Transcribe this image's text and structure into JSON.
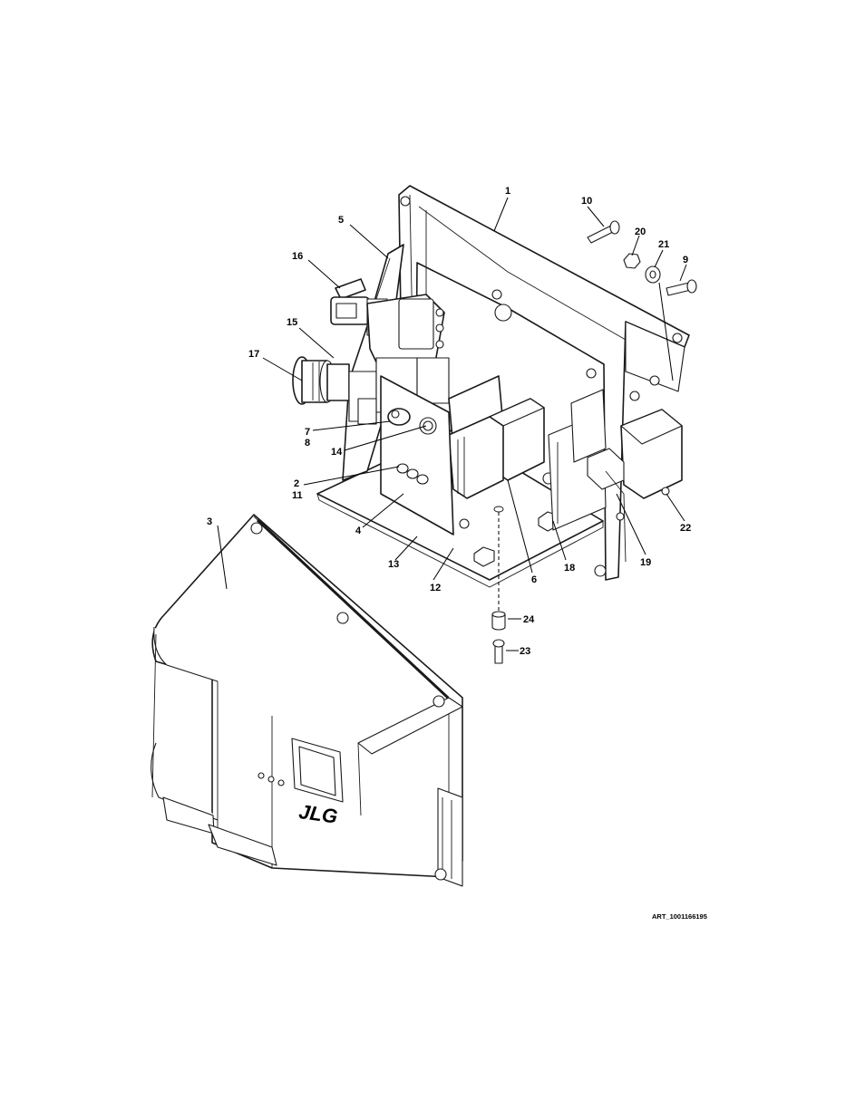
{
  "drawing": {
    "art_number": "ART_1001166195",
    "logo_text": "JLG",
    "callouts": [
      "1",
      "5",
      "16",
      "15",
      "17",
      "7",
      "8",
      "14",
      "2",
      "11",
      "4",
      "3",
      "13",
      "12",
      "6",
      "18",
      "19",
      "22",
      "10",
      "20",
      "21",
      "9",
      "24",
      "23"
    ]
  }
}
